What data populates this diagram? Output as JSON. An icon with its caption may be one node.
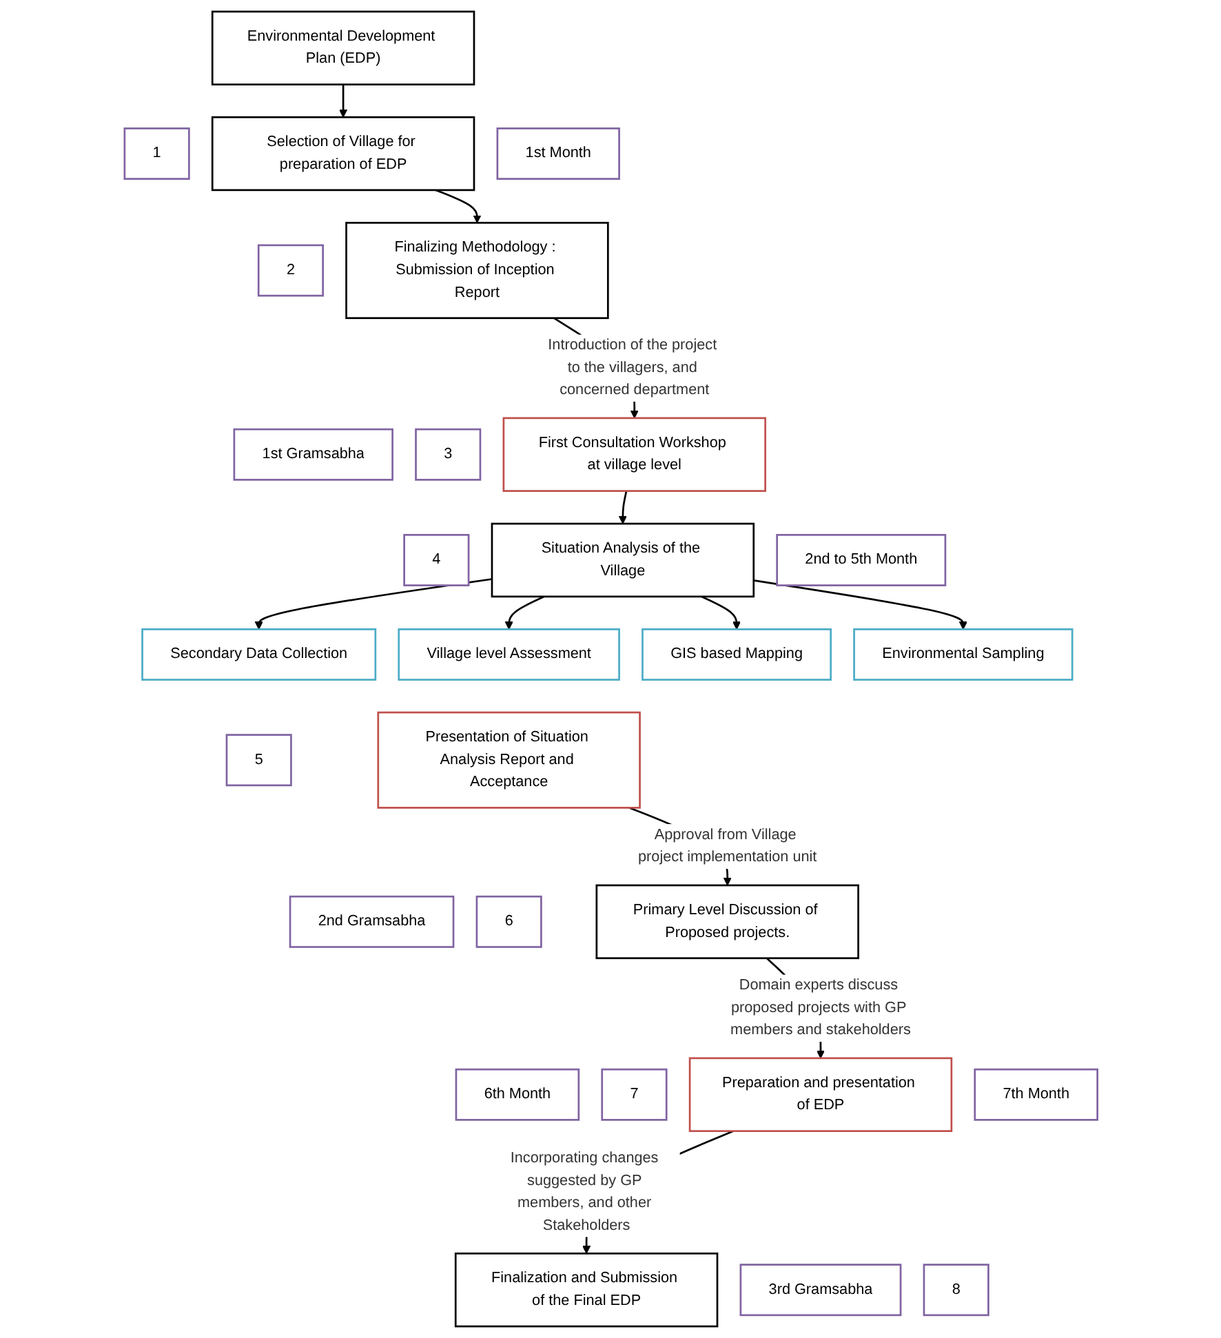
{
  "diagram": {
    "nodes": [
      {
        "text": [
          "Environmental Development Plan (EDP)"
        ]
      },
      {
        "text": [
          "1"
        ]
      },
      {
        "text": [
          "Selection of Village for preparation of EDP"
        ]
      },
      {
        "text": [
          "1st Month"
        ]
      },
      {
        "text": [
          "2"
        ]
      },
      {
        "text": [
          "Finalizing Methodology : Submission of Inception Report"
        ]
      },
      {
        "text": [
          "1st Gramsabha"
        ]
      },
      {
        "text": [
          "3"
        ]
      },
      {
        "text": [
          "First Consultation Workshop at village level"
        ]
      },
      {
        "text": [
          "4"
        ]
      },
      {
        "text": [
          "Situation Analysis of the Village"
        ]
      },
      {
        "text": [
          "2nd to 5th Month"
        ]
      },
      {
        "text": [
          "Secondary Data Collection"
        ]
      },
      {
        "text": [
          "Village level Assessment"
        ]
      },
      {
        "text": [
          "GIS based Mapping"
        ]
      },
      {
        "text": [
          "Environmental Sampling"
        ]
      },
      {
        "text": [
          "5"
        ]
      },
      {
        "text": [
          "Presentation of Situation Analysis Report and Acceptance"
        ]
      },
      {
        "text": [
          "2nd Gramsabha"
        ]
      },
      {
        "text": [
          "6"
        ]
      },
      {
        "text": [
          "Primary Level Discussion of Proposed projects."
        ]
      },
      {
        "text": [
          "6th Month"
        ]
      },
      {
        "text": [
          "7"
        ]
      },
      {
        "text": [
          "Preparation and presentation of EDP"
        ]
      },
      {
        "text": [
          "3rd Gramsabha"
        ]
      },
      {
        "text": [
          "7th Month"
        ]
      },
      {
        "text": [
          "8"
        ]
      },
      {
        "text": [
          "Finalization and Submission of the Final EDP"
        ]
      }
    ],
    "edges": [
      {
        "from": 0,
        "to": 2,
        "arrow": "to"
      },
      {
        "from": 2,
        "to": 5,
        "arrow": "to"
      },
      {
        "from": 5,
        "to": 8,
        "arrow": "to",
        "label": "Introduction of the project to the villagers, and concerned department"
      },
      {
        "from": 8,
        "to": 10,
        "arrow": "to"
      },
      {
        "from": 10,
        "to": 12,
        "arrow": "to"
      },
      {
        "from": 10,
        "to": 13,
        "arrow": "to"
      },
      {
        "from": 10,
        "to": 14,
        "arrow": "to"
      },
      {
        "from": 10,
        "to": 15,
        "arrow": "to"
      },
      {
        "from": 17,
        "to": 20,
        "arrow": "to",
        "label": "Approval from Village project implementation unit"
      },
      {
        "from": 20,
        "to": 23,
        "arrow": "to",
        "label": "Domain experts discuss proposed projects with GP members and stakeholders"
      },
      {
        "from": 23,
        "to": 27,
        "arrow": "to",
        "label": "Incorporating changes suggested by GP members, and other Stakeholders"
      }
    ]
  }
}
